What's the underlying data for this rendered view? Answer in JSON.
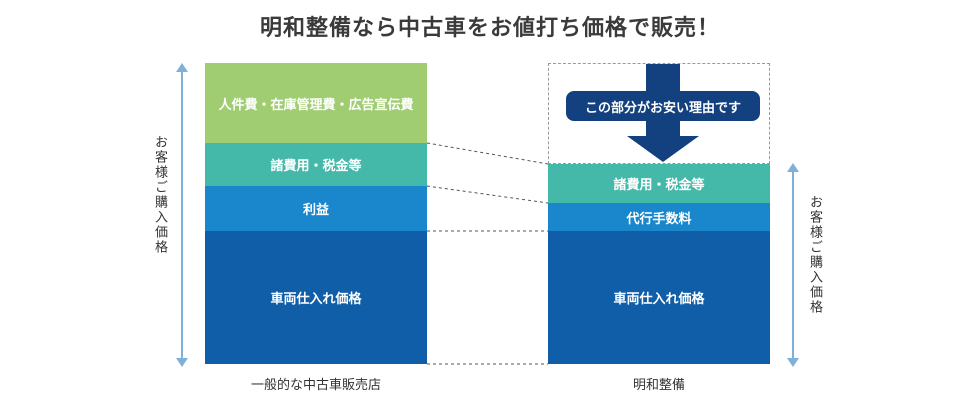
{
  "title": "明和整備なら中古車をお値打ち価格で販売！",
  "left_column": {
    "caption": "一般的な中古車販売店",
    "side_label": "お客様ご購入価格",
    "segments": {
      "personnel": "人件費・在庫管理費・広告宣伝費",
      "fees": "諸費用・税金等",
      "profit": "利益",
      "purchase": "車両仕入れ価格"
    }
  },
  "right_column": {
    "caption": "明和整備",
    "side_label": "お客様ご購入価格",
    "callout": "この部分がお安い理由です",
    "segments": {
      "fees": "諸費用・税金等",
      "agency": "代行手数料",
      "purchase": "車両仕入れ価格"
    }
  },
  "colors": {
    "green": "#a0cd72",
    "teal": "#45b9a9",
    "blue": "#1a86cc",
    "navy": "#105ea8",
    "arrow": "#13417f",
    "range_arrow": "#7fb0d8"
  }
}
